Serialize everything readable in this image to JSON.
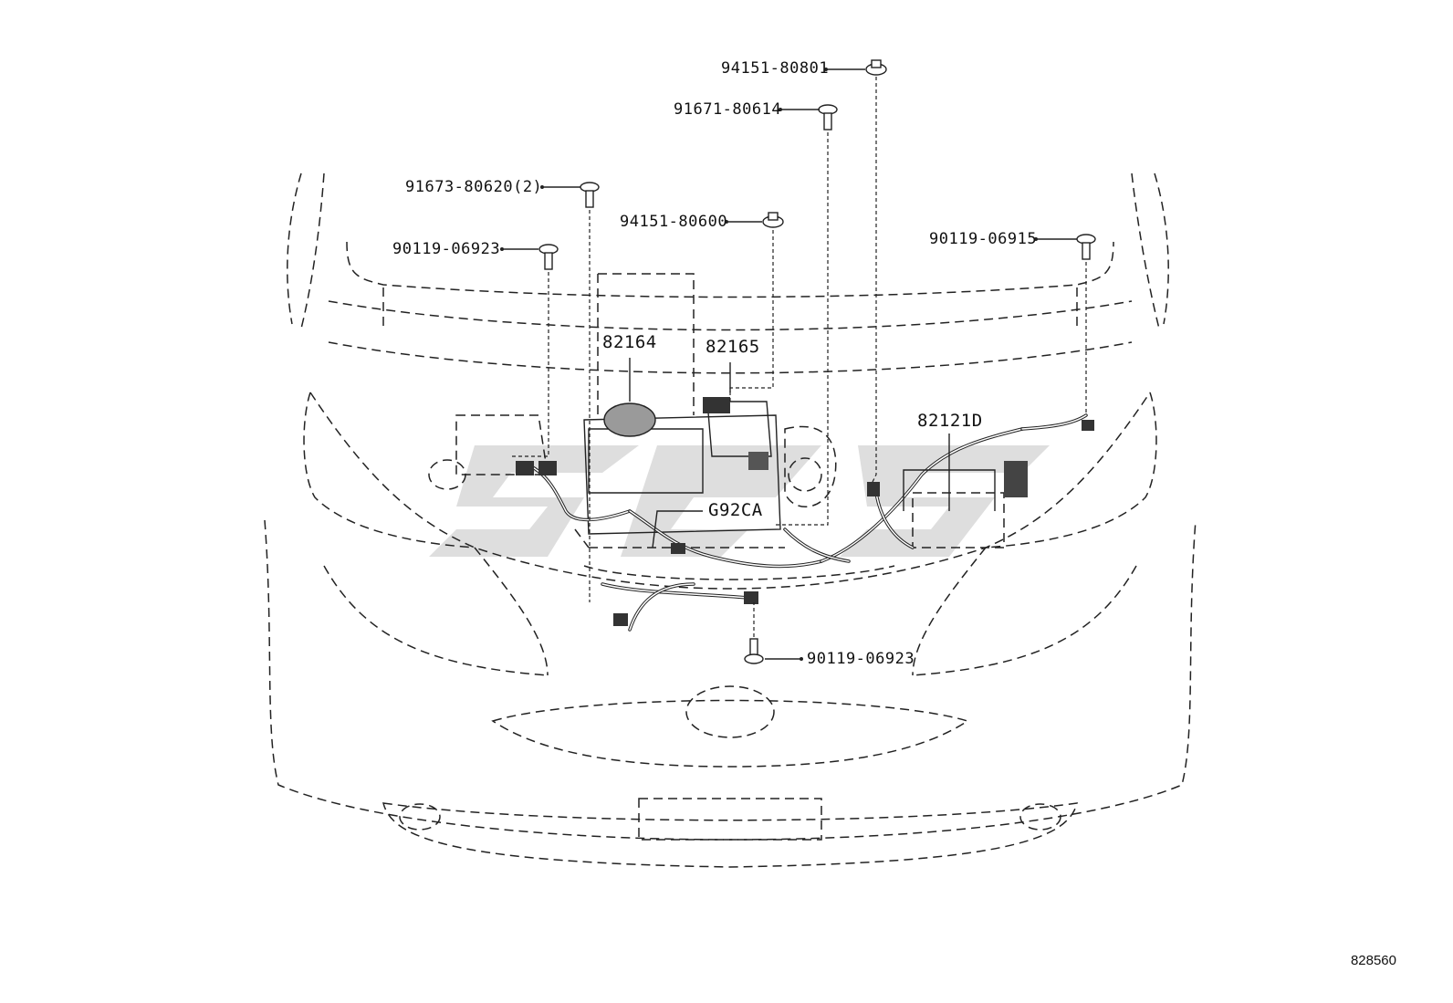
{
  "parts": {
    "p1": "94151-80801",
    "p2": "91671-80614",
    "p3": "91673-80620(2)",
    "p4": "94151-80600",
    "p5": "90119-06923",
    "p6": "90119-06915",
    "p7": "90119-06923"
  },
  "callouts": {
    "c1": "82164",
    "c2": "82165",
    "c3": "82121D",
    "c4": "G92CA"
  },
  "drawing_number": "828560",
  "colors": {
    "line": "#222222",
    "watermark": "#d0d0d0",
    "background": "#ffffff"
  }
}
